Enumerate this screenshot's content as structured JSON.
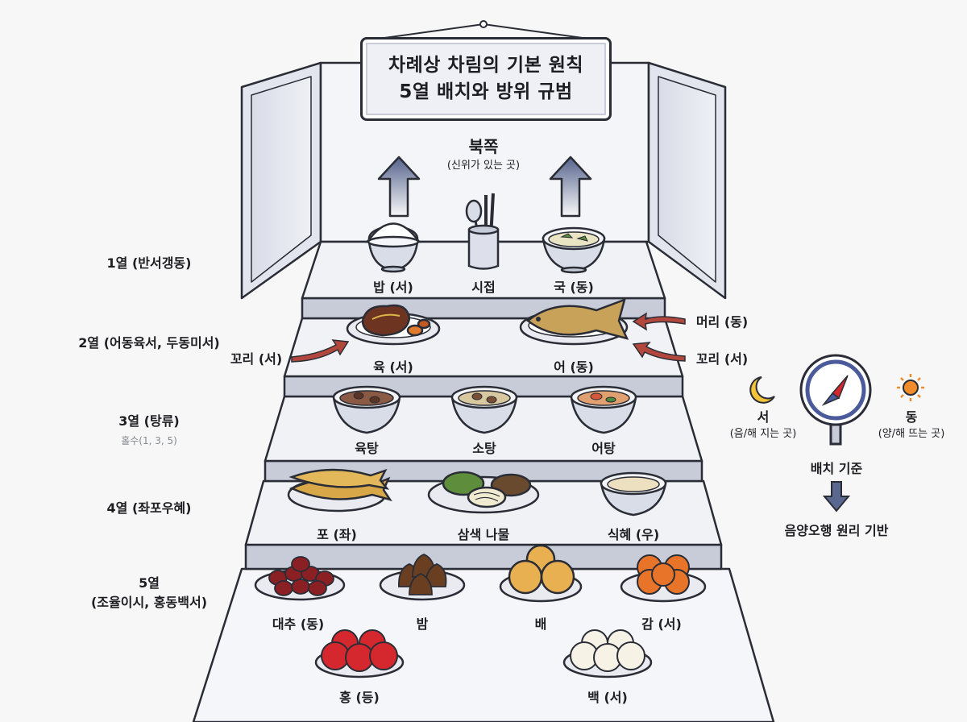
{
  "title": {
    "line1": "차례상 차림의 기본 원칙",
    "line2": "5열 배치와 방위 규범"
  },
  "north": {
    "label": "북쪽",
    "note": "(신위가 있는 곳)"
  },
  "rows": [
    {
      "label": "1열 (반서갱동)"
    },
    {
      "label": "2열 (어동육서, 두동미서)"
    },
    {
      "label": "3열 (탕류)",
      "note": "홀수(1, 3, 5)"
    },
    {
      "label": "4열 (좌포우혜)"
    },
    {
      "label": "5열",
      "label2": "(조율이시, 홍동백서)"
    }
  ],
  "items": {
    "rice": "밥 (서)",
    "spoon": "시접",
    "soup": "국 (동)",
    "meat": "육 (서)",
    "fish": "어 (동)",
    "yuktang": "육탕",
    "sotang": "소탕",
    "eotang": "어탕",
    "po": "포 (좌)",
    "namul": "삼색 나물",
    "sikhye": "식혜 (우)",
    "jujube": "대추 (동)",
    "chestnut": "밤",
    "pear": "배",
    "persimmon": "감 (서)",
    "apple": "홍 (등)",
    "white": "백 (서)"
  },
  "callouts": {
    "tail_left": "꼬리 (서)",
    "head_right": "머리 (동)",
    "tail_right": "꼬리 (서)"
  },
  "compass": {
    "west": "서",
    "west_note": "(음/해 지는 곳)",
    "east": "동",
    "east_note": "(양/해 뜨는 곳)",
    "caption": "배치 기준",
    "principle": "음양오행 원리 기반"
  },
  "colors": {
    "step_top": "#f1f2f6",
    "step_face": "#c4c8d6",
    "arrow": "#5a6890",
    "callout_arrow": "#b2473d"
  }
}
